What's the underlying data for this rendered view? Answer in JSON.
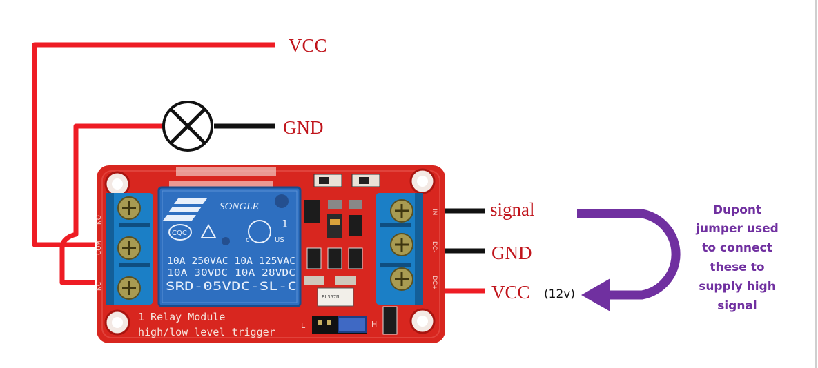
{
  "labels": {
    "vcc_top": "VCC",
    "gnd_lamp": "GND",
    "signal": "signal",
    "gnd_right": "GND",
    "vcc_right": "VCC",
    "voltage_note": "(12v)",
    "annotation_lines": [
      "Dupont",
      "jumper used",
      "to connect",
      "these to",
      "supply high",
      "signal"
    ]
  },
  "board": {
    "brand": "SONGLE",
    "relay_ratings": [
      "10A 250VAC  10A 125VAC",
      "10A  30VDC  10A  28VDC"
    ],
    "relay_model": "SRD-05VDC-SL-C",
    "relay_number": "1",
    "cert_marks": [
      "CQC",
      "c",
      "US"
    ],
    "module_title": "1 Relay  Module",
    "module_subtitle": "high/low level trigger",
    "pin_labels_left": [
      "NO",
      "COM",
      "NC"
    ],
    "pin_labels_right": [
      "IN",
      "DC-",
      "DC+"
    ],
    "jumper_labels": [
      "L",
      "H"
    ],
    "chip_marking": "EL357N"
  },
  "colors": {
    "wire_red": "#ee1c24",
    "wire_black": "#111111",
    "board_red": "#d8261f",
    "relay_blue": "#2e6fc0",
    "terminal_blue": "#1b7fc6",
    "arrow_purple": "#7030a0",
    "label_red": "#c0141b"
  },
  "icons": [
    "lamp-icon",
    "screw-terminal-icon",
    "relay-icon",
    "curved-arrow-icon"
  ]
}
